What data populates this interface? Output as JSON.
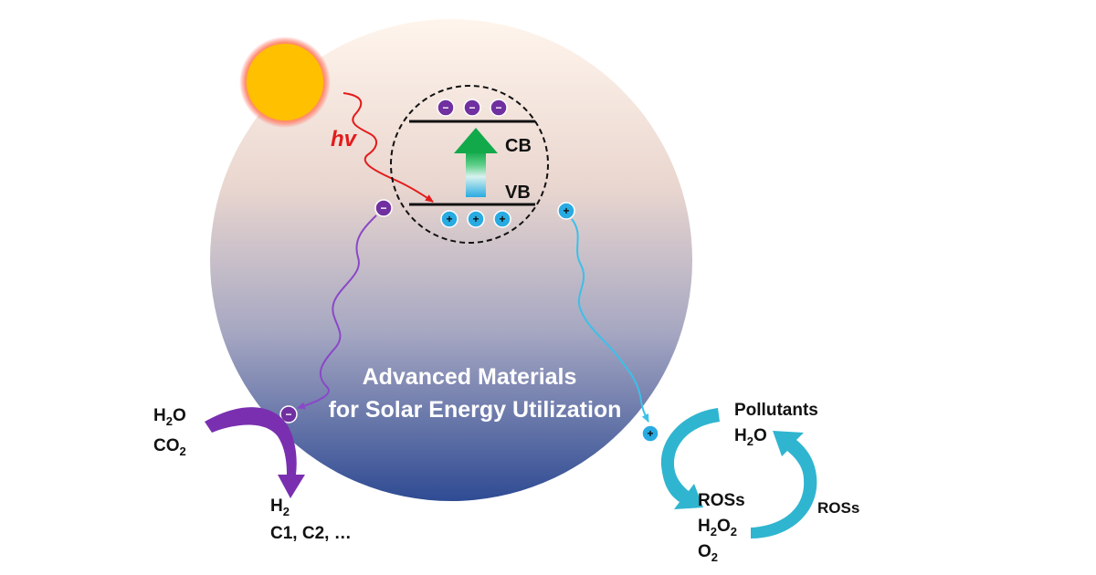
{
  "title_lines": [
    "Advanced Materials",
    "for Solar Energy Utilization"
  ],
  "light": {
    "label": "hv"
  },
  "bands": {
    "conduction": "CB",
    "valence": "VB"
  },
  "carriers": {
    "electron_sign": "−",
    "hole_sign": "+"
  },
  "reduction": {
    "reactants": [
      "H",
      "O",
      "CO"
    ],
    "products": [
      "H",
      "C1, C2, …"
    ]
  },
  "oxidation": {
    "top_labels": [
      "Pollutants",
      "H",
      "O"
    ],
    "bottom_labels": [
      "ROSs",
      "H",
      "O",
      "O"
    ],
    "side_label": "ROSs"
  },
  "subscripts": {
    "two": "2"
  },
  "colors": {
    "sun": "#ffc000",
    "sun_glow": "#ff6b6b",
    "electron": "#7030a0",
    "hole": "#29abe2",
    "electron_path": "#8a48c8",
    "hole_path": "#3cc0e8",
    "photon": "#e31b1b",
    "excitation_arrow": "#1fb24b",
    "sphere_top": "#fff4ea",
    "sphere_bottom": "#2e4a92",
    "cycle_arrow": "#2fb5cf",
    "reduction_arrow": "#7a2fb0"
  }
}
